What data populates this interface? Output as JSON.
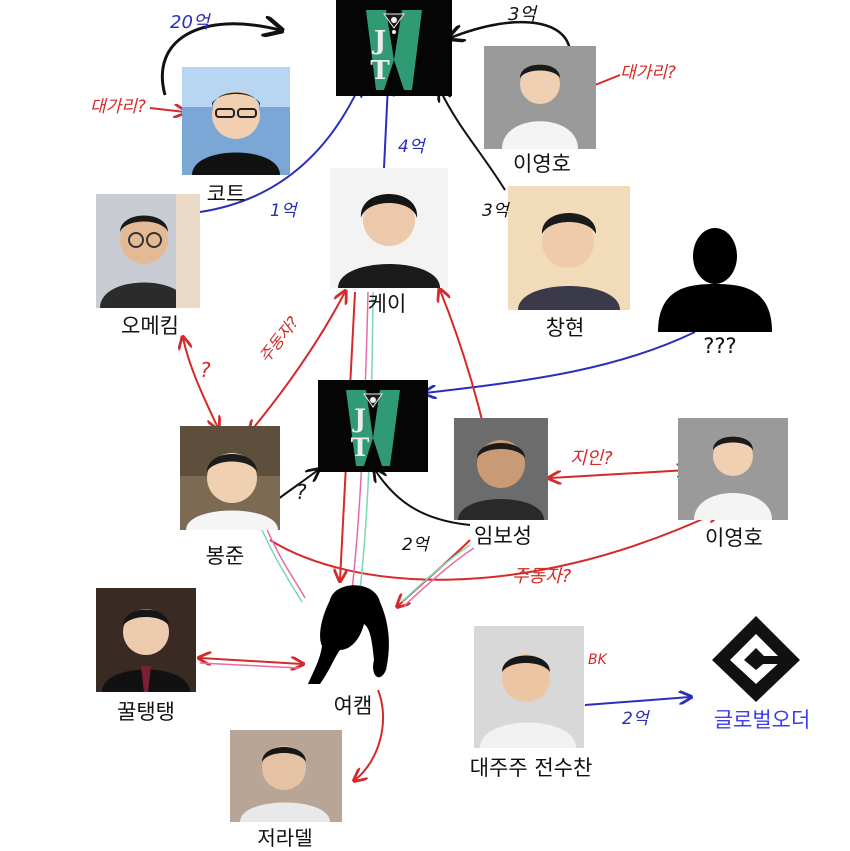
{
  "colors": {
    "red": "#d42a2a",
    "blue": "#2b2fb8",
    "black": "#111111",
    "pink": "#e86aa8",
    "green": "#7fd6b0",
    "gcard": "#3d3df0"
  },
  "nodes": {
    "jt_top": {
      "text": "J T"
    },
    "jt_mid": {
      "text": "J T"
    },
    "kot": {
      "label": "코트"
    },
    "lee_top": {
      "label": "이영호"
    },
    "omekim": {
      "label": "오메킴"
    },
    "k": {
      "label": "케이"
    },
    "changhyun": {
      "label": "창현"
    },
    "unknown": {
      "label": "???"
    },
    "bongjun": {
      "label": "봉준"
    },
    "boseong": {
      "label": "임보성"
    },
    "lee_right": {
      "label": "이영호"
    },
    "kkul": {
      "label": "꿀탱탱"
    },
    "yeocam": {
      "label": "여캠"
    },
    "jeon": {
      "label": "대주주 전수찬"
    },
    "jeoradel": {
      "label": "저라델"
    },
    "globalorder": {
      "label": "글로벌오더"
    }
  },
  "annotations": {
    "amount_20": "20억",
    "amount_3_top": "3억",
    "daegari_left": "대가리?",
    "daegari_right": "대가리?",
    "amount_4": "4억",
    "amount_3": "3억",
    "amount_1": "1억",
    "q_omekim": "?",
    "jubdongja_k": "주동자?",
    "q_bongjun": "?",
    "amount_2": "2억",
    "jiin": "지인?",
    "jubdongja_bottom": "주동자?",
    "amount_2_global": "2억",
    "small_bk": "BK"
  }
}
